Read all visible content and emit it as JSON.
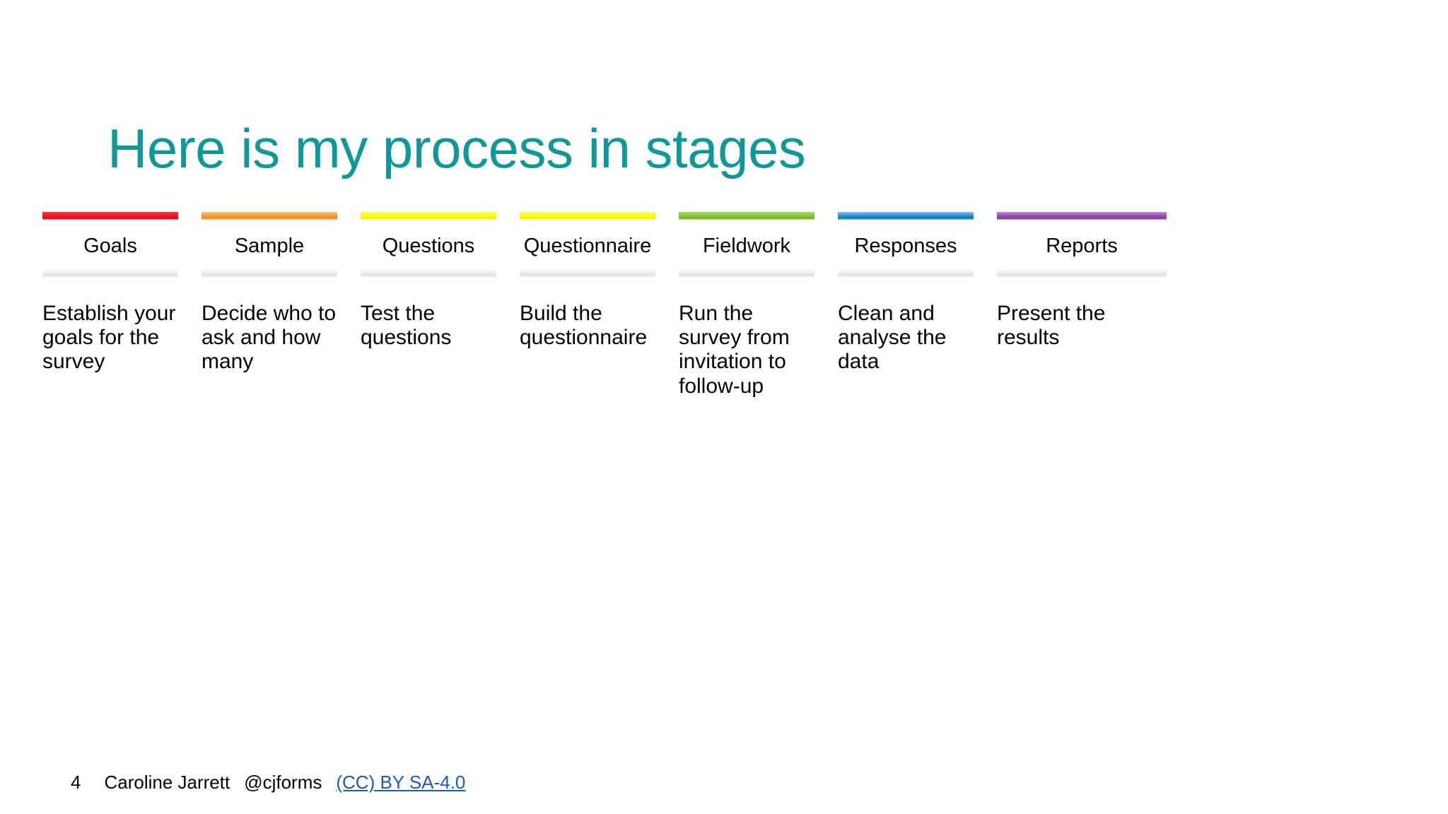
{
  "slide": {
    "title": "Here is my process in stages",
    "title_color": "#109898",
    "background_color": "#ffffff"
  },
  "stages": [
    {
      "label": "Goals",
      "body": "Establish your goals for the survey",
      "bar_color_start": "#f43a3a",
      "bar_color_mid": "#ee1c25",
      "bar_color_end": "#d80f17"
    },
    {
      "label": "Sample",
      "body": "Decide who to ask and how many",
      "bar_color_start": "#fbc27a",
      "bar_color_mid": "#f9a03c",
      "bar_color_end": "#f08a1e"
    },
    {
      "label": "Questions",
      "body": "Test the questions",
      "bar_color_start": "#fdfd60",
      "bar_color_mid": "#fcfc12",
      "bar_color_end": "#f2ef00"
    },
    {
      "label": "Questionnaire",
      "body": "Build the questionnaire",
      "bar_color_start": "#fdfd60",
      "bar_color_mid": "#fcfc12",
      "bar_color_end": "#f2ef00"
    },
    {
      "label": "Fieldwork",
      "body": "Run the survey from invitation to follow-up",
      "bar_color_start": "#a9d86a",
      "bar_color_mid": "#8dc63f",
      "bar_color_end": "#72b12b"
    },
    {
      "label": "Responses",
      "body": "Clean and analyse the data",
      "bar_color_start": "#7fc4ea",
      "bar_color_mid": "#2f93d1",
      "bar_color_end": "#1477bd"
    },
    {
      "label": "Reports",
      "body": "Present the results",
      "bar_color_start": "#c08fcd",
      "bar_color_mid": "#9a4fae",
      "bar_color_end": "#8a3fa0"
    }
  ],
  "footer": {
    "slide_number": "4",
    "author": "Caroline Jarrett",
    "handle": "@cjforms",
    "license_label": "(CC) BY SA-4.0",
    "license_color": "#1a58c2"
  }
}
